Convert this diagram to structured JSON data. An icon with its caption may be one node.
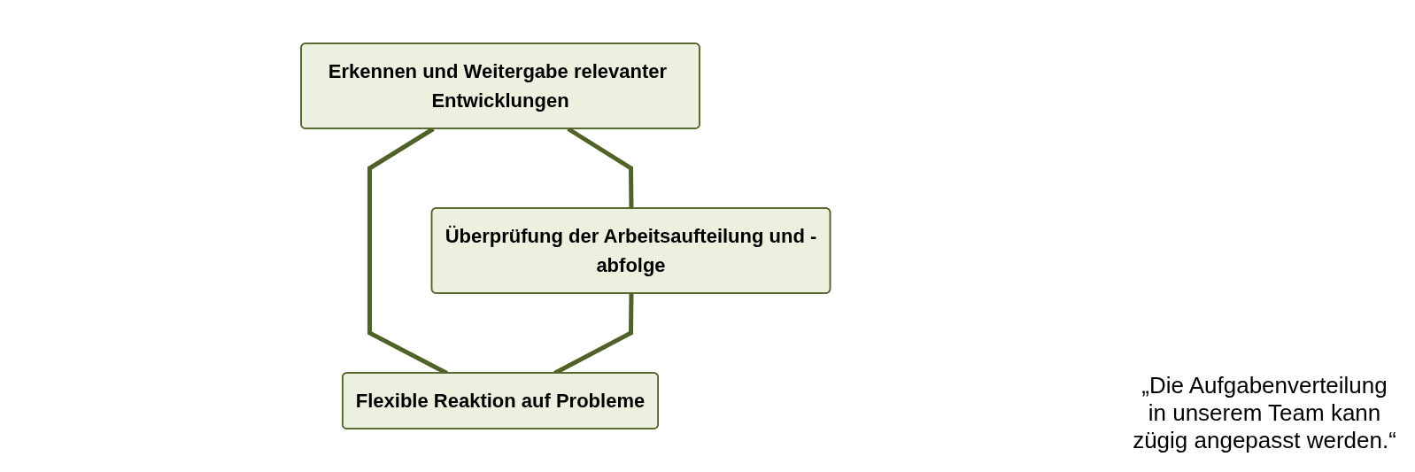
{
  "diagram": {
    "nodes": [
      {
        "text": [
          "Erkennen und Weitergabe relevanter Entwicklungen"
        ]
      },
      {
        "text": [
          "Überprüfung der Arbeitsaufteilung und -abfolge"
        ]
      },
      {
        "text": [
          "Flexible Reaktion auf Probleme"
        ]
      }
    ],
    "edges": [
      {
        "from": 0,
        "to": 1,
        "arrow": "none"
      },
      {
        "from": 0,
        "to": 2,
        "arrow": "none"
      },
      {
        "from": 1,
        "to": 2,
        "arrow": "none"
      }
    ],
    "labels": [
      "„Die Aufgabenverteilung in unserem Team kann zügig angepasst werden.“"
    ]
  }
}
